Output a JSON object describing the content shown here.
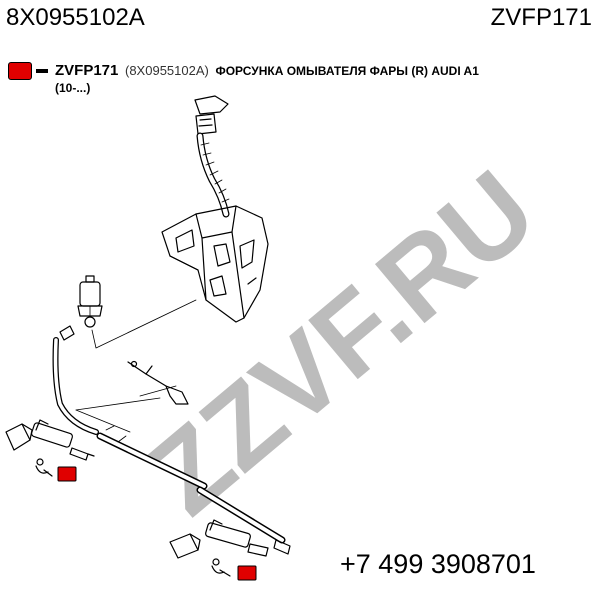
{
  "header": {
    "part_number": "8X0955102A",
    "brand_code": "ZVFP171"
  },
  "legend": {
    "code": "ZVFP171",
    "oem": "(8X0955102A)",
    "description": "ФОРСУНКА ОМЫВАТЕЛЯ ФАРЫ (R) AUDI A1",
    "years": "(10-...)",
    "marker_color": "#e00000"
  },
  "watermark": {
    "text": "ZZVF.RU",
    "color": "#b5b5b5"
  },
  "footer": {
    "phone": "+7 499 3908701"
  }
}
